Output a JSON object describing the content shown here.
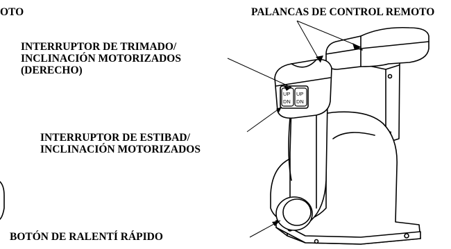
{
  "labels": {
    "cut_off_top_left": "OTO",
    "remote_control_levers": "PALANCAS DE CONTROL REMOTO",
    "trim_switch": {
      "line1": "INTERRUPTOR DE TRIMADO/",
      "line2": "INCLINACIÓN MOTORIZADOS",
      "line3": "(DERECHO)"
    },
    "trailer_switch": {
      "line1": "INTERRUPTOR DE ESTIBAD/",
      "line2": "INCLINACIÓN MOTORIZADOS"
    },
    "fast_idle_button": "BOTÓN DE RALENTÍ RÁPIDO"
  },
  "switch_buttons": [
    {
      "up": "UP",
      "dn": "DN"
    },
    {
      "up": "UP",
      "dn": "DN"
    }
  ]
}
